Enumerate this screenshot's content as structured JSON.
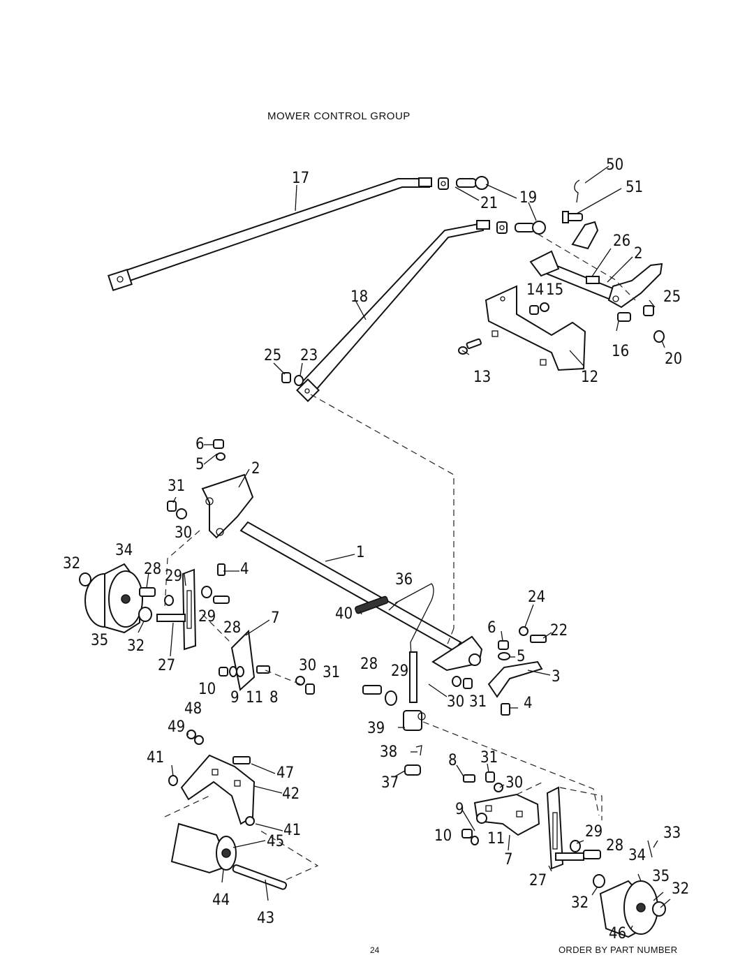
{
  "header": {
    "title": "MOWER CONTROL GROUP"
  },
  "footer": {
    "page_number": "24",
    "note": "ORDER BY PART NUMBER"
  },
  "callouts": {
    "c17": "17",
    "c50": "50",
    "c51": "51",
    "c21": "21",
    "c19": "19",
    "c26": "26",
    "c2a": "2",
    "c18": "18",
    "c14": "14",
    "c15": "15",
    "c25a": "25",
    "c16": "16",
    "c20": "20",
    "c13": "13",
    "c12": "12",
    "c25b": "25",
    "c23": "23",
    "c6a": "6",
    "c5a": "5",
    "c2b": "2",
    "c31a": "31",
    "c30a": "30",
    "c1": "1",
    "c32a": "32",
    "c34a": "34",
    "c28a": "28",
    "c29a": "29",
    "c4a": "4",
    "c29b": "29",
    "c28b": "28",
    "c7a": "7",
    "c35a": "35",
    "c32b": "32",
    "c27a": "27",
    "c36": "36",
    "c24": "24",
    "c40": "40",
    "c6b": "6",
    "c22": "22",
    "c5b": "5",
    "c30b": "30",
    "c31b": "31",
    "c10a": "10",
    "c9a": "9",
    "c11a": "11",
    "c8a": "8",
    "c28c": "28",
    "c29c": "29",
    "c3": "3",
    "c30c": "30",
    "c31c": "31",
    "c4b": "4",
    "c49": "49",
    "c48": "48",
    "c39": "39",
    "c41a": "41",
    "c47": "47",
    "c42": "42",
    "c38": "38",
    "c37": "37",
    "c8b": "8",
    "c31d": "31",
    "c30d": "30",
    "c41b": "41",
    "c45": "45",
    "c9b": "9",
    "c10b": "10",
    "c11b": "11",
    "c7b": "7",
    "c29d": "29",
    "c33": "33",
    "c28d": "28",
    "c34b": "34",
    "c35b": "35",
    "c32c": "32",
    "c27b": "27",
    "c32d": "32",
    "c44": "44",
    "c43": "43",
    "c46": "46"
  }
}
